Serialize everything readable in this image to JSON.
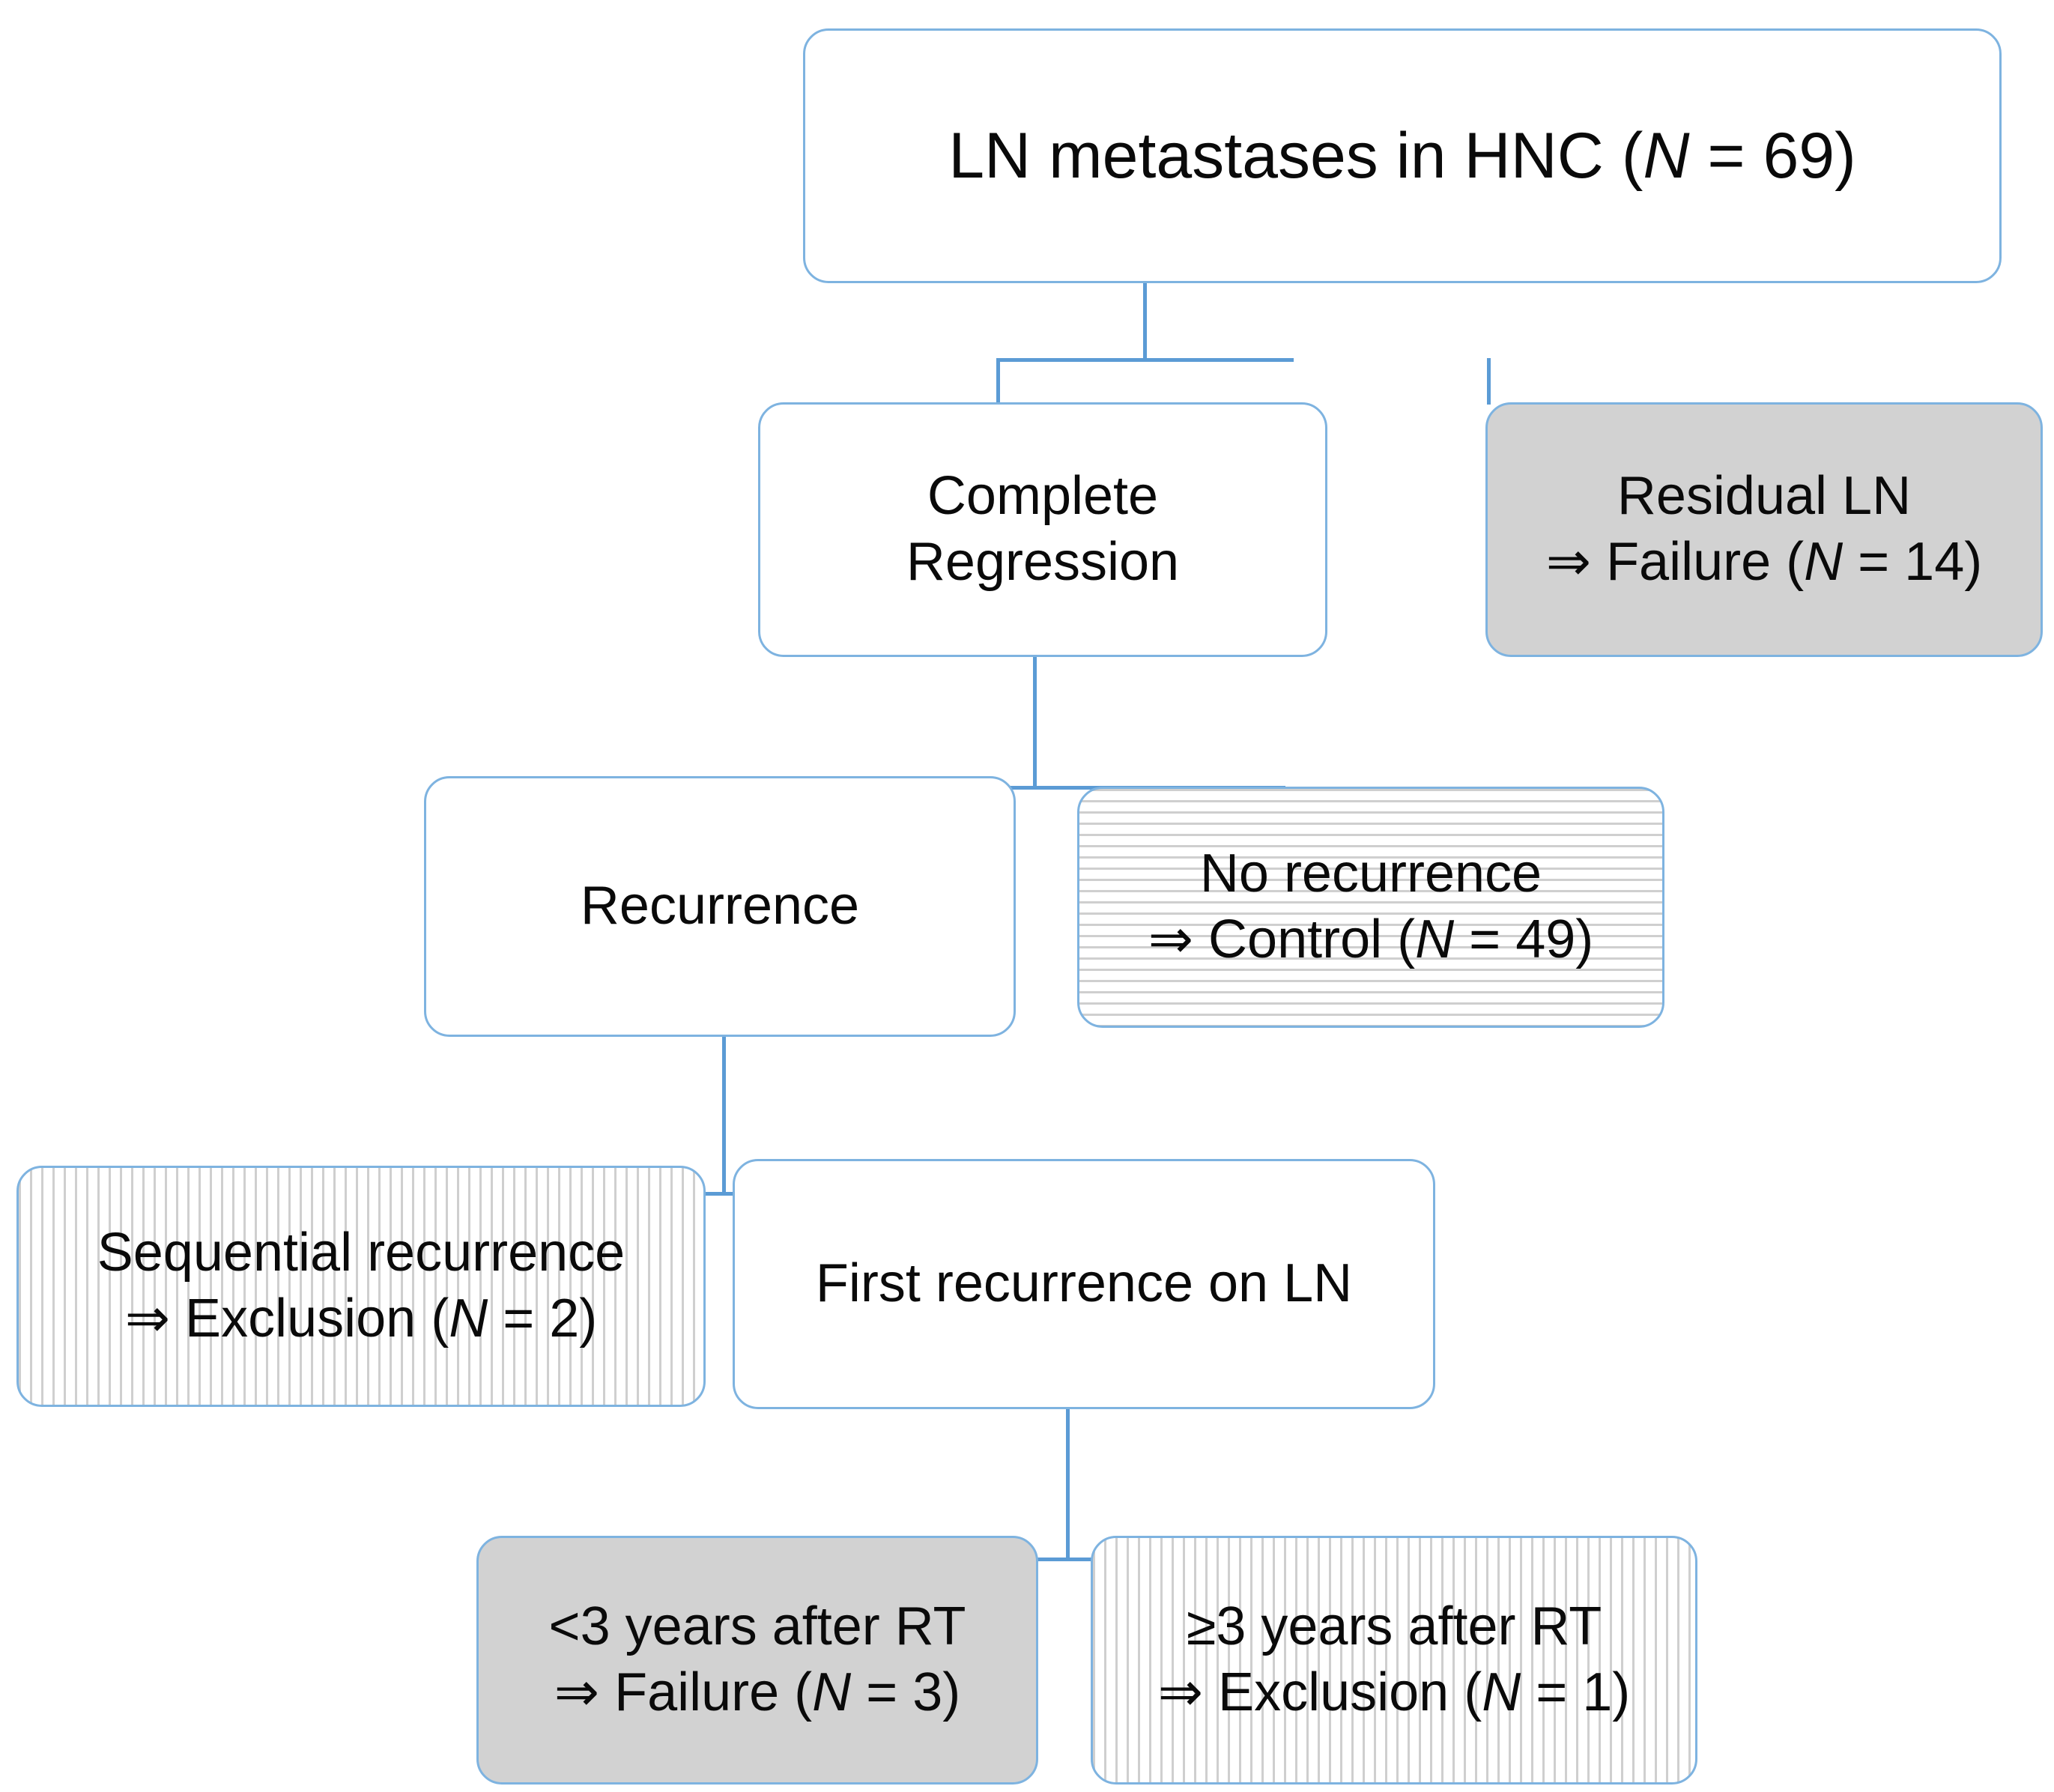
{
  "diagram": {
    "title_visible": false,
    "colors": {
      "connector": "#5b9bd5",
      "node_border": "#7eb3e0",
      "gray_fill": "#d2d2d2",
      "hatch_line": "#cfcfcf",
      "text": "#0a0a0a",
      "background": "#ffffff"
    },
    "nodes": [
      {
        "id": "root",
        "name": "ln-metastases",
        "style": "white",
        "lines": [
          {
            "pre": "LN metastases in HNC (",
            "italic": "N",
            "post": " = 69)"
          }
        ]
      },
      {
        "id": "complete-regression",
        "name": "complete-regression",
        "style": "white",
        "lines": [
          {
            "pre": "Complete",
            "italic": "",
            "post": ""
          },
          {
            "pre": "Regression",
            "italic": "",
            "post": ""
          }
        ]
      },
      {
        "id": "residual-ln",
        "name": "residual-ln-failure",
        "style": "gray",
        "lines": [
          {
            "pre": "Residual LN",
            "italic": "",
            "post": ""
          },
          {
            "pre": "⇒ Failure (",
            "italic": "N",
            "post": " = 14)"
          }
        ]
      },
      {
        "id": "recurrence",
        "name": "recurrence",
        "style": "white",
        "lines": [
          {
            "pre": "Recurrence",
            "italic": "",
            "post": ""
          }
        ]
      },
      {
        "id": "no-recurrence",
        "name": "no-recurrence-control",
        "style": "hhatch",
        "lines": [
          {
            "pre": "No recurrence",
            "italic": "",
            "post": ""
          },
          {
            "pre": "⇒ Control (",
            "italic": "N",
            "post": " = 49)"
          }
        ]
      },
      {
        "id": "sequential-recurrence",
        "name": "sequential-recurrence-exclusion",
        "style": "vhatch",
        "lines": [
          {
            "pre": "Sequential recurrence",
            "italic": "",
            "post": ""
          },
          {
            "pre": "⇒ Exclusion (",
            "italic": "N",
            "post": " = 2)"
          }
        ]
      },
      {
        "id": "first-recurrence-ln",
        "name": "first-recurrence-on-ln",
        "style": "white",
        "lines": [
          {
            "pre": "First recurrence on LN",
            "italic": "",
            "post": ""
          }
        ]
      },
      {
        "id": "lt3-years",
        "name": "less-than-3-years-after-rt-failure",
        "style": "gray",
        "lines": [
          {
            "pre": "<3 years after RT",
            "italic": "",
            "post": ""
          },
          {
            "pre": "⇒ Failure (",
            "italic": "N",
            "post": " = 3)"
          }
        ]
      },
      {
        "id": "ge3-years",
        "name": "3-or-more-years-after-rt-exclusion",
        "style": "vhatch",
        "lines": [
          {
            "pre": "≥3 years after RT",
            "italic": "",
            "post": ""
          },
          {
            "pre": "⇒ Exclusion (",
            "italic": "N",
            "post": " = 1)"
          }
        ]
      }
    ],
    "edges": [
      {
        "from": "root",
        "to": "complete-regression"
      },
      {
        "from": "root",
        "to": "residual-ln"
      },
      {
        "from": "complete-regression",
        "to": "recurrence"
      },
      {
        "from": "complete-regression",
        "to": "no-recurrence"
      },
      {
        "from": "recurrence",
        "to": "sequential-recurrence"
      },
      {
        "from": "recurrence",
        "to": "first-recurrence-ln"
      },
      {
        "from": "first-recurrence-ln",
        "to": "lt3-years"
      },
      {
        "from": "first-recurrence-ln",
        "to": "ge3-years"
      }
    ],
    "counts": {
      "total": 69,
      "residual_failure": 14,
      "no_recurrence_control": 49,
      "sequential_exclusion": 2,
      "lt3_failure": 3,
      "ge3_exclusion": 1
    }
  }
}
